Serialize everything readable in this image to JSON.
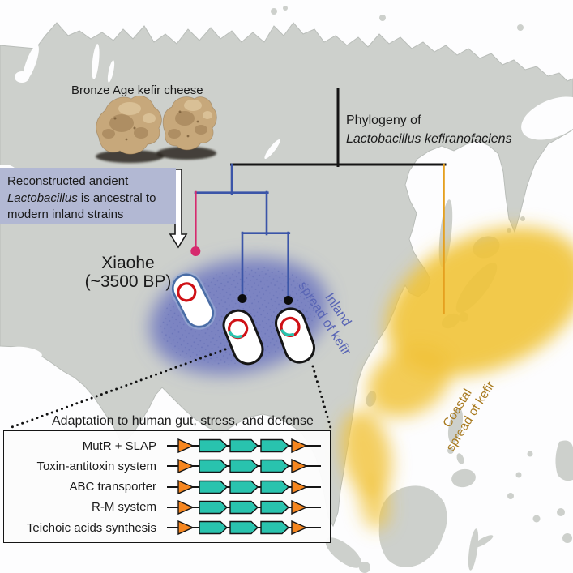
{
  "cheese": {
    "label": "Bronze Age kefir cheese"
  },
  "annotation": {
    "line1": "Reconstructed ancient",
    "line2_italic": "Lactobacillus",
    "line2_rest": " is ancestral to",
    "line3": "modern inland strains"
  },
  "phylogeny": {
    "line1": "Phylogeny of",
    "line2": "Lactobacillus kefiranofaciens"
  },
  "xiaohe": {
    "line1": "Xiaohe",
    "line2": "(~3500 BP)"
  },
  "spread": {
    "inland_line1": "Inland",
    "inland_line2": "spread of kefir",
    "coastal_line1": "Coastal",
    "coastal_line2": "spread of kefir"
  },
  "gene_box": {
    "title": "Adaptation to human gut, stress, and defense",
    "rows": [
      {
        "label": "MutR + SLAP"
      },
      {
        "label": "Toxin-antitoxin system"
      },
      {
        "label": "ABC transporter"
      },
      {
        "label": "R-M system"
      },
      {
        "label": "Teichoic acids synthesis"
      }
    ],
    "operon_glyphs": {
      "orange_triangles": 2,
      "teal_gene_arrows": 3
    }
  },
  "colors": {
    "land": "#cdd0cc",
    "ocean": "#fdfdfe",
    "annotation_bg": "#b2b8d3",
    "inland_blob": "#6a74c0",
    "coastal_blob": "#f1c338",
    "blue_branch": "#3b55a8",
    "pink_branch": "#d62a6e",
    "orange_branch": "#e5a01f",
    "teal_gene": "#29c3ae",
    "orange_gene": "#f6861f",
    "inland_text": "#5a66b5",
    "coastal_text": "#a87a1f",
    "ring_red": "#cf1116",
    "ancient_pill_border": "#4a6da6",
    "text_dark": "#1a1a1a"
  }
}
